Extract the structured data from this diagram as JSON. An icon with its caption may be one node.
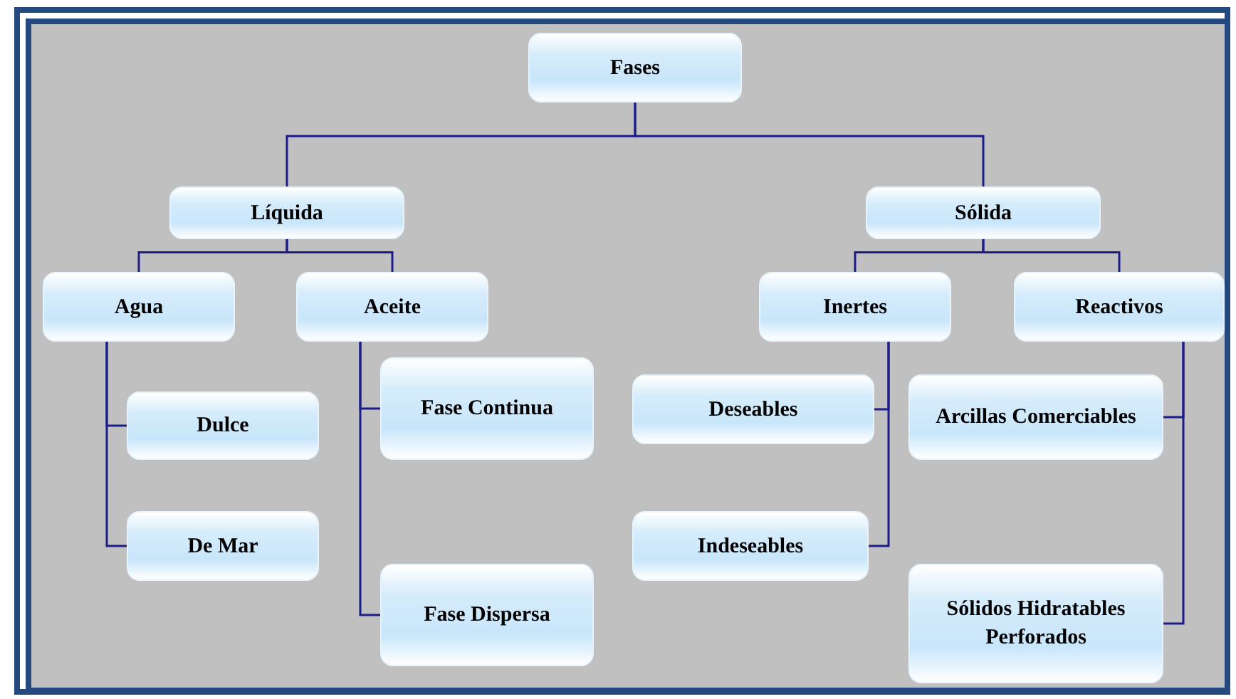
{
  "diagram": {
    "nodes": [
      {
        "text": [
          "Fases"
        ]
      },
      {
        "text": [
          "Líquida"
        ]
      },
      {
        "text": [
          "Sólida"
        ]
      },
      {
        "text": [
          "Agua"
        ]
      },
      {
        "text": [
          "Aceite"
        ]
      },
      {
        "text": [
          "Inertes"
        ]
      },
      {
        "text": [
          "Reactivos"
        ]
      },
      {
        "text": [
          "Dulce"
        ]
      },
      {
        "text": [
          "De Mar"
        ]
      },
      {
        "text": [
          "Fase Continua"
        ]
      },
      {
        "text": [
          "Fase Dispersa"
        ]
      },
      {
        "text": [
          "Deseables"
        ]
      },
      {
        "text": [
          "Indeseables"
        ]
      },
      {
        "text": [
          "Arcillas Comerciables"
        ]
      },
      {
        "text": [
          "Sólidos Hidratables Perforados"
        ]
      }
    ],
    "edges": [
      {
        "from": 0,
        "to": 1,
        "arrow": "none"
      },
      {
        "from": 0,
        "to": 2,
        "arrow": "none"
      },
      {
        "from": 1,
        "to": 3,
        "arrow": "none"
      },
      {
        "from": 1,
        "to": 4,
        "arrow": "none"
      },
      {
        "from": 2,
        "to": 5,
        "arrow": "none"
      },
      {
        "from": 2,
        "to": 6,
        "arrow": "none"
      },
      {
        "from": 3,
        "to": 7,
        "arrow": "none"
      },
      {
        "from": 3,
        "to": 8,
        "arrow": "none"
      },
      {
        "from": 4,
        "to": 9,
        "arrow": "none"
      },
      {
        "from": 4,
        "to": 10,
        "arrow": "none"
      },
      {
        "from": 5,
        "to": 11,
        "arrow": "none"
      },
      {
        "from": 5,
        "to": 12,
        "arrow": "none"
      },
      {
        "from": 6,
        "to": 13,
        "arrow": "none"
      },
      {
        "from": 6,
        "to": 14,
        "arrow": "none"
      }
    ]
  }
}
